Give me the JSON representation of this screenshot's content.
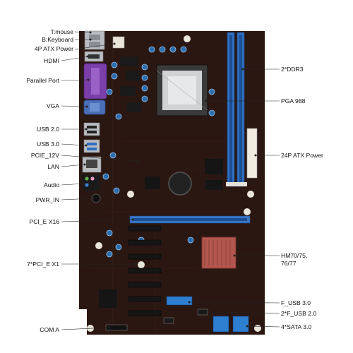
{
  "colors": {
    "pcb": "#2b1712",
    "pcb_dark": "#1a0d0a",
    "pci_e_x16": "#3a78c6",
    "dimm": "#2f6fc0",
    "atx24": "#f0ece2",
    "heatsink": "#b3574e",
    "sata": "#2f7fd0",
    "io_metal": "#b9bcc1",
    "parallel": "#7a3fa8",
    "vga": "#4a6fb8",
    "label_line": "#222222"
  },
  "labels": {
    "tmouse": "T:mouse",
    "bkeyboard": "B:Keyboard",
    "atx4p": "4P ATX Power",
    "hdmi": "HDMI",
    "parallel": "Parallel Port",
    "vga": "VGA",
    "usb2": "USB 2.0",
    "usb3": "USB 3.0",
    "pcie12v": "PCIE_12V",
    "lan": "LAN",
    "audio": "Audio",
    "pwrin": "PWR_IN",
    "pcie_x16": "PCI_E X16",
    "pcie_x1": "7*PCI_E X1",
    "coma": "COM A",
    "ddr3": "2*DDR3",
    "pga988": "PGA 988",
    "atx24p": "24P ATX Power",
    "hm70_1": "HM70/75,",
    "hm70_2": "76/77",
    "fusb3": "F_USB 3.0",
    "fusb2": "2*F_USB 2.0",
    "sata": "4*SATA 3.0"
  }
}
